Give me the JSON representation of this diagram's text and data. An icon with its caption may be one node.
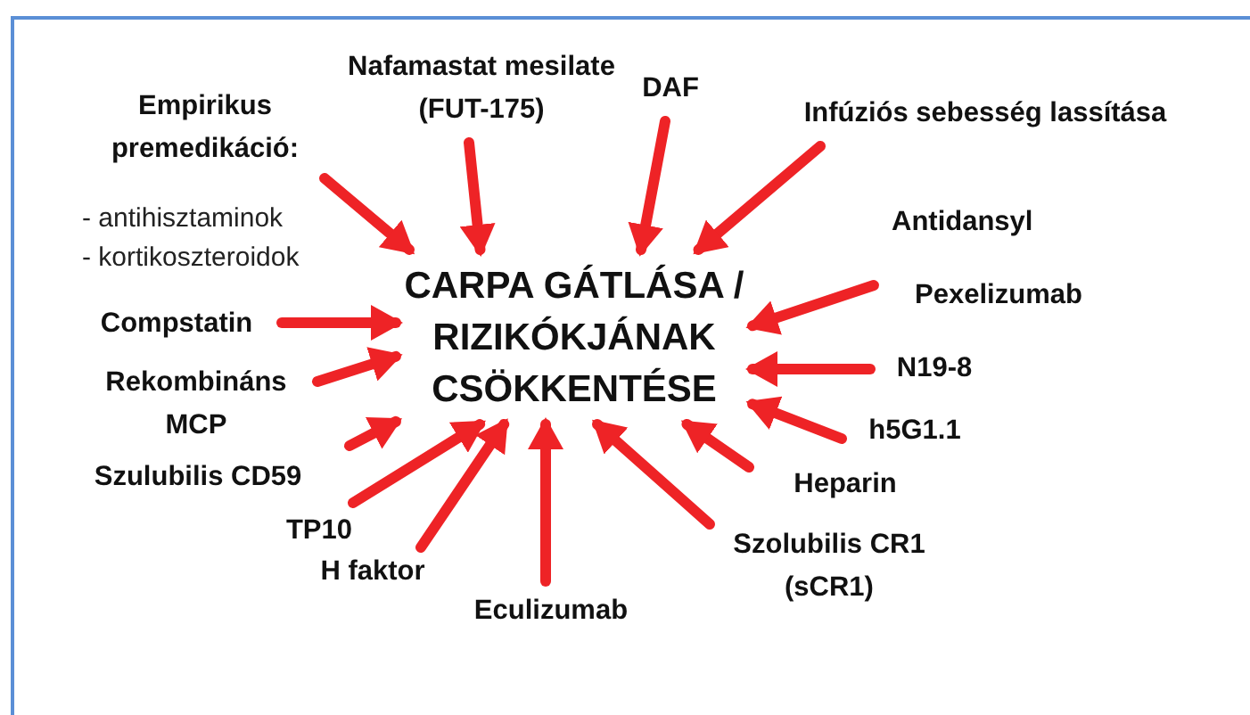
{
  "diagram": {
    "nodes": [
      {
        "text": [
          "CARPA GÁTLÁSA / RIZIKÓKJÁNAK CSÖKKENTÉSE"
        ]
      },
      {
        "text": [
          "Empirikus premedikáció:"
        ]
      },
      {
        "text": [
          "Nafamastat mesilate (FUT-175)"
        ]
      },
      {
        "text": [
          "DAF"
        ]
      },
      {
        "text": [
          "Infúziós sebesség lassítása"
        ]
      },
      {
        "text": [
          "Pexelizumab"
        ]
      },
      {
        "text": [
          "Compstatin"
        ]
      },
      {
        "text": [
          "N19-8"
        ]
      },
      {
        "text": [
          "Rekombináns MCP"
        ]
      },
      {
        "text": [
          "h5G1.1"
        ]
      },
      {
        "text": [
          "Szulubilis CD59"
        ]
      },
      {
        "text": [
          "Heparin"
        ]
      },
      {
        "text": [
          "TP10"
        ]
      },
      {
        "text": [
          "H faktor"
        ]
      },
      {
        "text": [
          "Szolubilis CR1 (sCR1)"
        ]
      },
      {
        "text": [
          "Eculizumab"
        ]
      }
    ],
    "edges": [
      {
        "from": 1,
        "to": 0,
        "arrow": "to"
      },
      {
        "from": 2,
        "to": 0,
        "arrow": "to"
      },
      {
        "from": 3,
        "to": 0,
        "arrow": "to"
      },
      {
        "from": 4,
        "to": 0,
        "arrow": "to"
      },
      {
        "from": 5,
        "to": 0,
        "arrow": "to"
      },
      {
        "from": 6,
        "to": 0,
        "arrow": "to"
      },
      {
        "from": 7,
        "to": 0,
        "arrow": "to"
      },
      {
        "from": 8,
        "to": 0,
        "arrow": "to"
      },
      {
        "from": 9,
        "to": 0,
        "arrow": "to"
      },
      {
        "from": 10,
        "to": 0,
        "arrow": "to"
      },
      {
        "from": 11,
        "to": 0,
        "arrow": "to"
      },
      {
        "from": 12,
        "to": 0,
        "arrow": "to"
      },
      {
        "from": 13,
        "to": 0,
        "arrow": "to"
      },
      {
        "from": 14,
        "to": 0,
        "arrow": "to"
      },
      {
        "from": 15,
        "to": 0,
        "arrow": "to"
      }
    ],
    "labels": [
      "- antihisztaminok",
      "- kortikoszteroidok",
      "Antidansyl"
    ]
  }
}
